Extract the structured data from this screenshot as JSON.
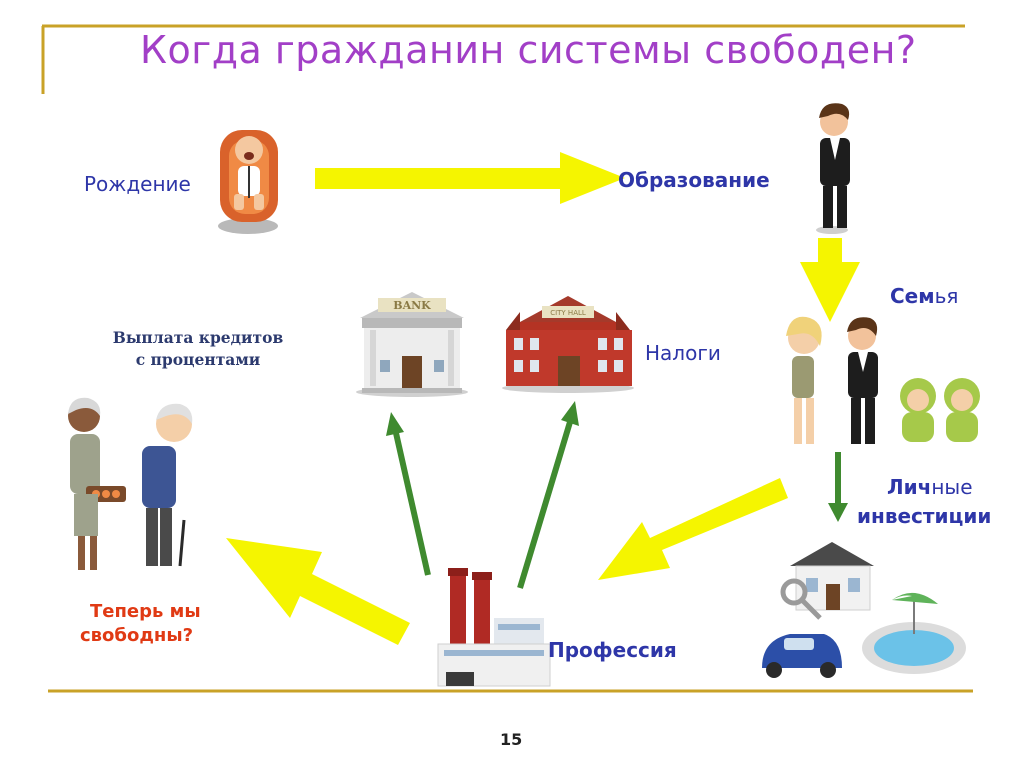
{
  "title": "Когда гражданин системы  свободен?",
  "labels": {
    "birth": "Рождение",
    "education": "Образование",
    "family_bold": "Сем",
    "family_rest": "ья",
    "invest_bold1": "Лич",
    "invest_rest1": "ные",
    "invest_line2": "инвестиции",
    "taxes": "Налоги",
    "credit_line1": "Выплата кредитов",
    "credit_line2": "с процентами",
    "profession": "Профессия",
    "free_line1": "Теперь мы",
    "free_line2": "свободны?"
  },
  "signs": {
    "bank": "BANK",
    "city_hall": "CITY HALL"
  },
  "page_number": "15",
  "colors": {
    "title": "#a23fc7",
    "labels": "#2e36a8",
    "free_question": "#e03a14",
    "yellow_arrow": "#f5f500",
    "green_arrow": "#3f8a2f",
    "rule": "#c9a227"
  }
}
